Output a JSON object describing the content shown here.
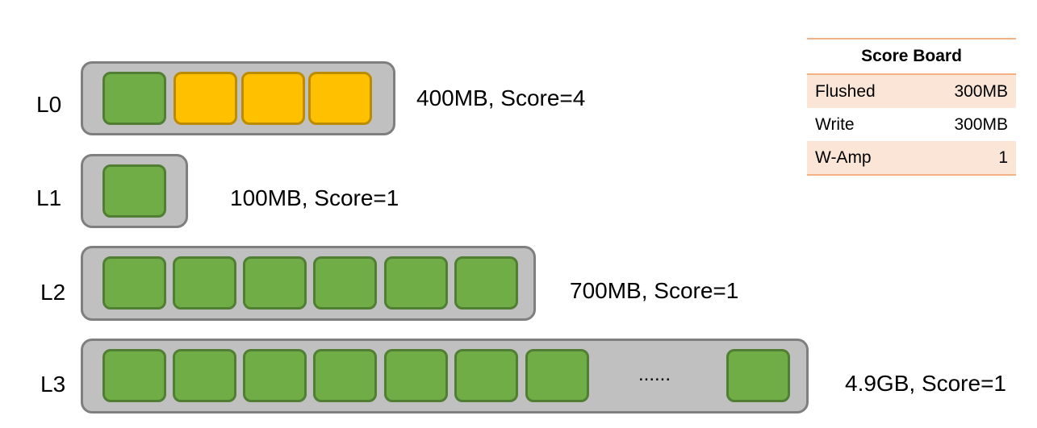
{
  "levels": [
    {
      "id": "L0",
      "caption": "400MB, Score=4",
      "files": [
        "green",
        "yellow",
        "yellow",
        "yellow"
      ]
    },
    {
      "id": "L1",
      "caption": "100MB, Score=1",
      "files": [
        "green"
      ]
    },
    {
      "id": "L2",
      "caption": "700MB, Score=1",
      "files": [
        "green",
        "green",
        "green",
        "green",
        "green",
        "green"
      ]
    },
    {
      "id": "L3",
      "caption": "4.9GB, Score=1",
      "files": [
        "green",
        "green",
        "green",
        "green",
        "green",
        "green",
        "green",
        "green"
      ],
      "ellipsis": "......"
    }
  ],
  "scoreboard": {
    "title": "Score Board",
    "rows": [
      {
        "label": "Flushed",
        "value": "300MB"
      },
      {
        "label": "Write",
        "value": "300MB"
      },
      {
        "label": "W-Amp",
        "value": "1"
      }
    ]
  },
  "colors": {
    "sst_green": "#70ad47",
    "sst_yellow": "#ffc000",
    "level_box": "#c0c0c0",
    "table_accent": "#f4b183",
    "table_shade": "#fbe5d6"
  }
}
